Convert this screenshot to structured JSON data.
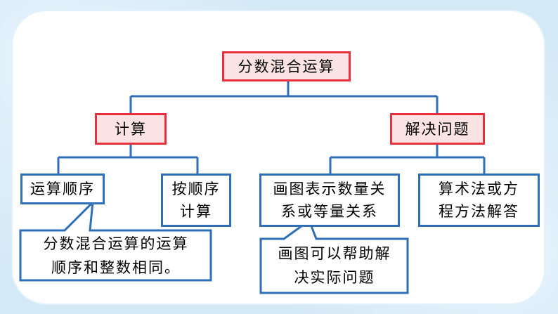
{
  "root": {
    "label": "分数混合运算"
  },
  "branches": {
    "calc": {
      "label": "计算",
      "children": {
        "order": {
          "label": "运算顺序"
        },
        "by_order": {
          "line1": "按顺序",
          "line2": "计算"
        }
      },
      "note": {
        "line1": "分数混合运算的运算",
        "line2": "顺序和整数相同。"
      }
    },
    "solve": {
      "label": "解决问题",
      "children": {
        "drawing": {
          "line1": "画图表示数量关",
          "line2": "系或等量关系"
        },
        "methods": {
          "line1": "算术法或方",
          "line2": "程方法解答"
        }
      },
      "note": {
        "line1": "画图可以帮助解",
        "line2": "决实际问题"
      }
    }
  },
  "colors": {
    "red_border": "#e8303c",
    "red_fill": "#fbe3e3",
    "blue_border": "#2e6fb7",
    "card": "#ffffff",
    "background": "#d3e9f6"
  }
}
